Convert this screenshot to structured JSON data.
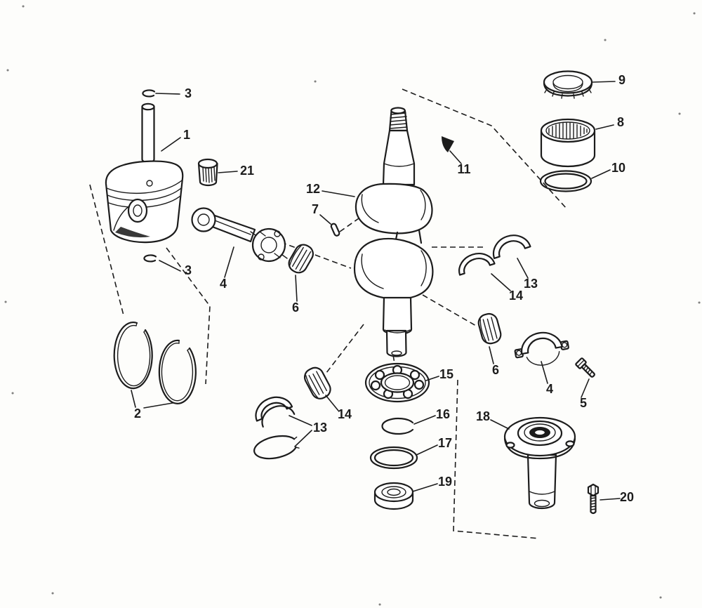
{
  "page": {
    "ink": "#1c1c1c",
    "paper": "#fdfdfb"
  },
  "diagram": {
    "callouts": [
      {
        "id": "3-top",
        "label": "3"
      },
      {
        "id": "1",
        "label": "1"
      },
      {
        "id": "21",
        "label": "21"
      },
      {
        "id": "12",
        "label": "12"
      },
      {
        "id": "7",
        "label": "7"
      },
      {
        "id": "11",
        "label": "11"
      },
      {
        "id": "9",
        "label": "9"
      },
      {
        "id": "8",
        "label": "8"
      },
      {
        "id": "10",
        "label": "10"
      },
      {
        "id": "3-bottom",
        "label": "3"
      },
      {
        "id": "4-rod",
        "label": "4"
      },
      {
        "id": "6-upper",
        "label": "6"
      },
      {
        "id": "13-right",
        "label": "13"
      },
      {
        "id": "14-right",
        "label": "14"
      },
      {
        "id": "6-lower",
        "label": "6"
      },
      {
        "id": "4-bearing",
        "label": "4"
      },
      {
        "id": "5",
        "label": "5"
      },
      {
        "id": "2",
        "label": "2"
      },
      {
        "id": "13-left",
        "label": "13"
      },
      {
        "id": "14-center",
        "label": "14"
      },
      {
        "id": "15",
        "label": "15"
      },
      {
        "id": "16",
        "label": "16"
      },
      {
        "id": "17",
        "label": "17"
      },
      {
        "id": "18",
        "label": "18"
      },
      {
        "id": "19",
        "label": "19"
      },
      {
        "id": "20",
        "label": "20"
      }
    ]
  }
}
